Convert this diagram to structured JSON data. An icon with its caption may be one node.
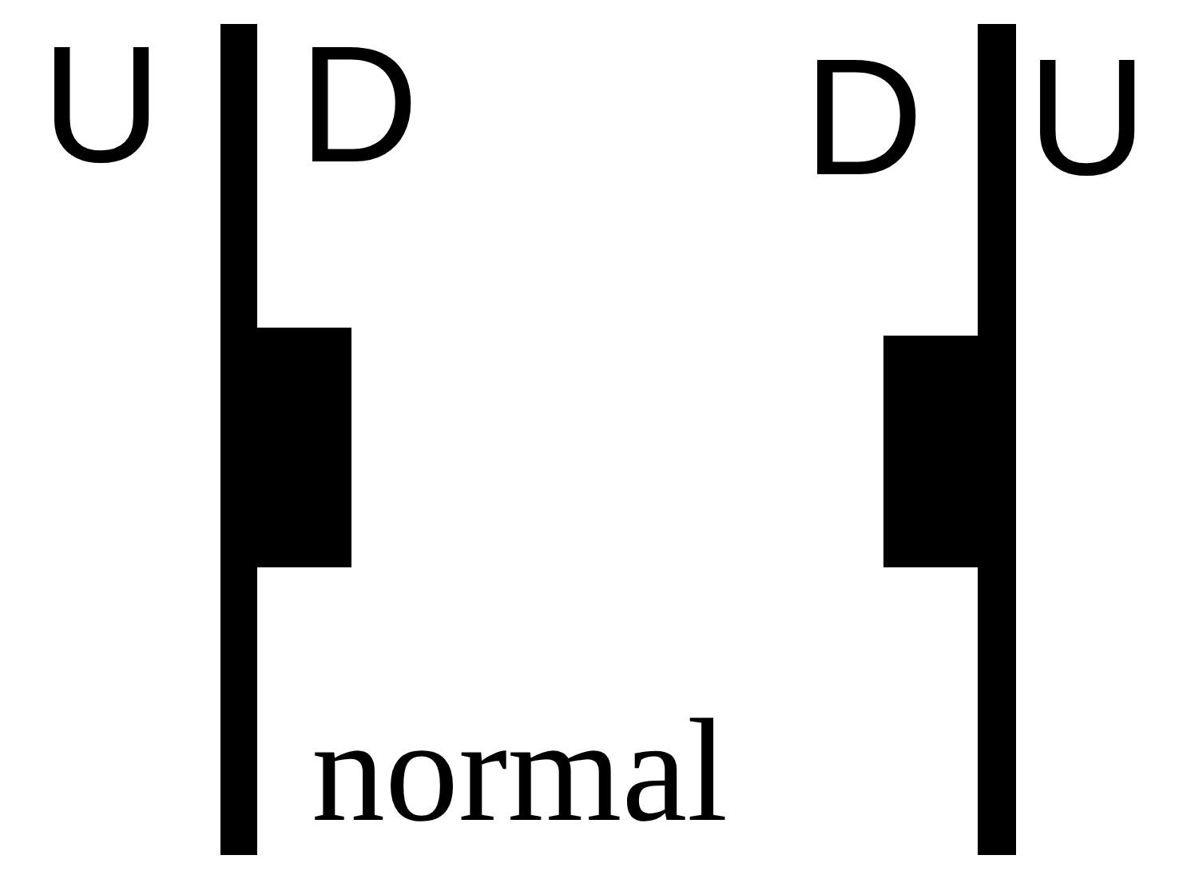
{
  "diagram": {
    "labels": [
      "U",
      "D",
      "D",
      "U",
      "normal"
    ]
  }
}
